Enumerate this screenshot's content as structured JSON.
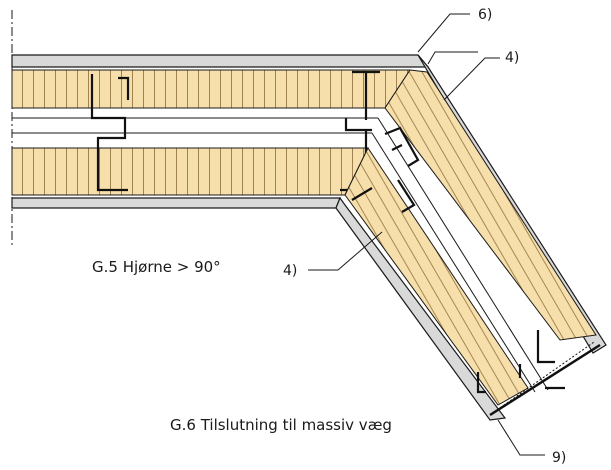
{
  "figure": {
    "caption_corner": "G.5 Hjørne > 90°",
    "caption_wall": "G.6 Tilslutning til massiv væg"
  },
  "callouts": {
    "c6": "6)",
    "c4_top": "4)",
    "c4_left": "4)",
    "c9": "9)"
  },
  "colors": {
    "insulation": "#f6dfaa",
    "panel": "#d9d9d9",
    "line": "#1a1a1a",
    "steel": "#111111"
  }
}
